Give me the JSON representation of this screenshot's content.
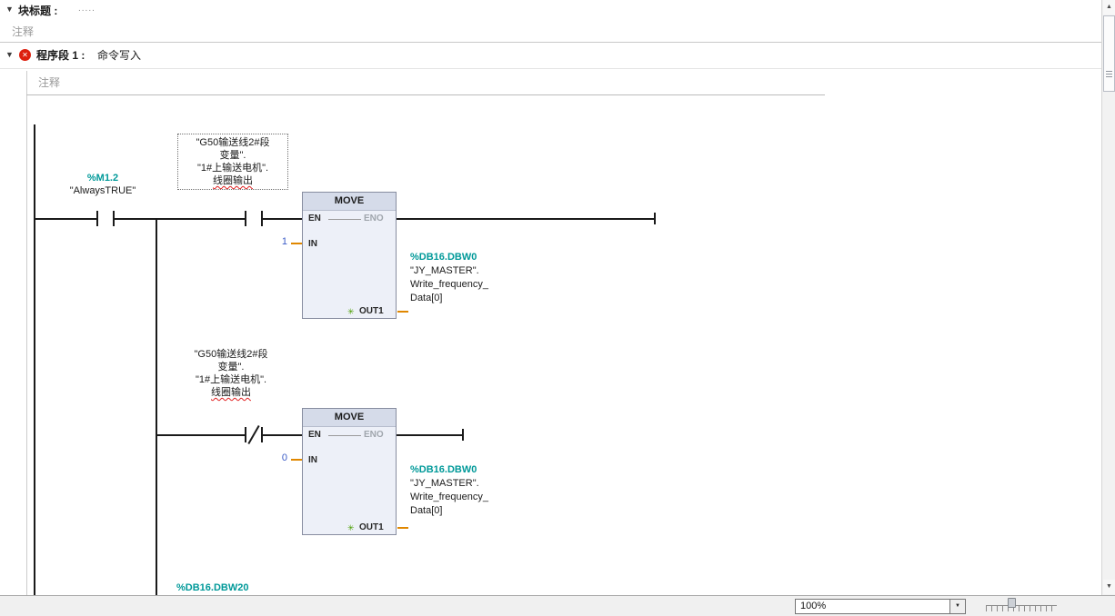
{
  "colors": {
    "operand_teal": "#009999",
    "constant_blue": "#3a5bc7",
    "connector_orange": "#e08700",
    "error_red": "#dd1f0e",
    "wire_black": "#1a1a1a",
    "block_header": "#d5dbe9"
  },
  "header": {
    "block_title_triangle": "▼",
    "block_title_label": "块标题 :",
    "block_title_dots": ".....",
    "block_comment": "注释",
    "network_triangle": "▼",
    "network_error_x": "✕",
    "network_label": "程序段 1 :",
    "network_title": "命令写入",
    "network_comment": "注释"
  },
  "ladder": {
    "always_contact": {
      "address": "%M1.2",
      "name": "\"AlwaysTRUE\""
    },
    "coil_label_lines": [
      "\"G50输送线2#段",
      "变量\".",
      "\"1#上输送电机\".",
      "线圈输出"
    ],
    "move": {
      "title": "MOVE",
      "en": "EN",
      "eno": "ENO",
      "in": "IN",
      "out": "OUT1",
      "out_new_icon": "✳"
    },
    "rung1_in_value": "1",
    "rung2_in_value": "0",
    "output_operand": {
      "address": "%DB16.DBW0",
      "line1": "\"JY_MASTER\".",
      "line2": "Write_frequency_",
      "line3": "Data[0]"
    },
    "partial_operand": "%DB16.DBW20"
  },
  "scrollbar": {
    "up": "▲",
    "down": "▼"
  },
  "statusbar": {
    "zoom_value": "100%",
    "dropdown_arrow": "▼"
  }
}
